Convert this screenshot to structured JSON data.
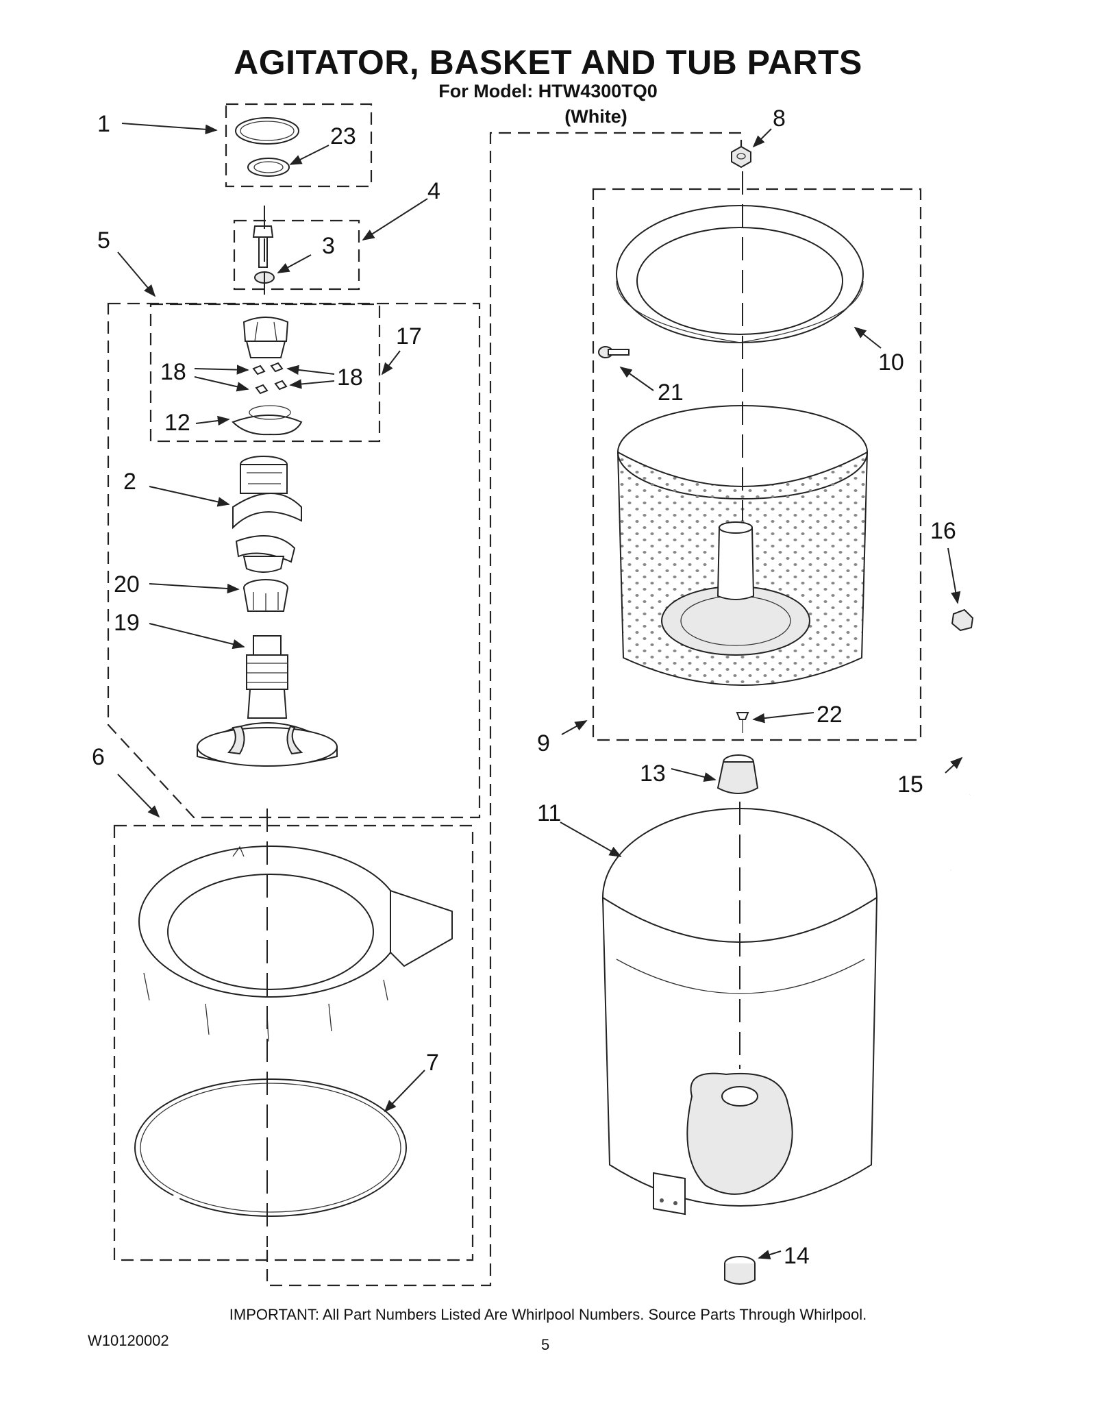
{
  "header": {
    "title": "AGITATOR, BASKET AND TUB PARTS",
    "model_line": "For Model: HTW4300TQ0",
    "color_line": "(White)"
  },
  "callouts": [
    {
      "id": "c1",
      "label": "1"
    },
    {
      "id": "c23",
      "label": "23"
    },
    {
      "id": "c4",
      "label": "4"
    },
    {
      "id": "c3",
      "label": "3"
    },
    {
      "id": "c5",
      "label": "5"
    },
    {
      "id": "c17",
      "label": "17"
    },
    {
      "id": "c18a",
      "label": "18"
    },
    {
      "id": "c18b",
      "label": "18"
    },
    {
      "id": "c12",
      "label": "12"
    },
    {
      "id": "c2",
      "label": "2"
    },
    {
      "id": "c20",
      "label": "20"
    },
    {
      "id": "c19",
      "label": "19"
    },
    {
      "id": "c6",
      "label": "6"
    },
    {
      "id": "c7",
      "label": "7"
    },
    {
      "id": "c8",
      "label": "8"
    },
    {
      "id": "c10",
      "label": "10"
    },
    {
      "id": "c21",
      "label": "21"
    },
    {
      "id": "c16",
      "label": "16"
    },
    {
      "id": "c22",
      "label": "22"
    },
    {
      "id": "c9",
      "label": "9"
    },
    {
      "id": "c13",
      "label": "13"
    },
    {
      "id": "c15",
      "label": "15"
    },
    {
      "id": "c11",
      "label": "11"
    },
    {
      "id": "c14",
      "label": "14"
    }
  ],
  "footer": {
    "important": "IMPORTANT: All Part Numbers Listed Are Whirlpool Numbers. Source Parts Through Whirlpool.",
    "doc_number": "W10120002",
    "page_number": "5"
  }
}
